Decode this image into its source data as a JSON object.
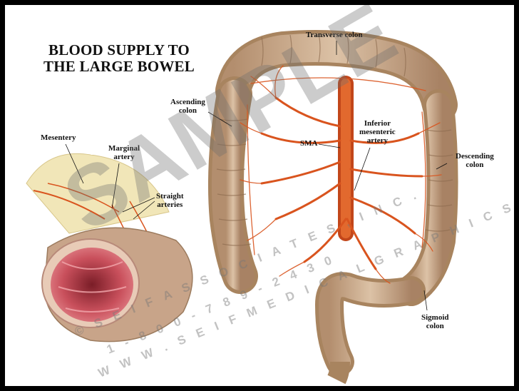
{
  "figure": {
    "title_line1": "BLOOD SUPPLY TO",
    "title_line2": "THE LARGE BOWEL"
  },
  "labels": {
    "transverse_colon": "Transverse colon",
    "ascending_colon_1": "Ascending",
    "ascending_colon_2": "colon",
    "sma": "SMA",
    "inferior_mesenteric_1": "Inferior",
    "inferior_mesenteric_2": "mesenteric",
    "inferior_mesenteric_3": "artery",
    "descending_colon_1": "Descending",
    "descending_colon_2": "colon",
    "sigmoid_colon_1": "Sigmoid",
    "sigmoid_colon_2": "colon",
    "mesentery": "Mesentery",
    "marginal_artery_1": "Marginal",
    "marginal_artery_2": "artery",
    "straight_arteries_1": "Straight",
    "straight_arteries_2": "arteries"
  },
  "watermark": {
    "main": "SAMPLE",
    "line1": "© S E I F  A S S O C I A T E S ,  I N C .",
    "line2": "1 - 8 0 0 - 7 8 9 - 2 4 3 0",
    "line3": "W W W . S E I F M E D I C A L G R A P H I C S . C O M"
  },
  "colors": {
    "colon": "#c9a98a",
    "colon_shadow": "#9c7b5e",
    "artery": "#d9541e",
    "mucosa": "#c84b57",
    "fat": "#f1e6b8"
  }
}
